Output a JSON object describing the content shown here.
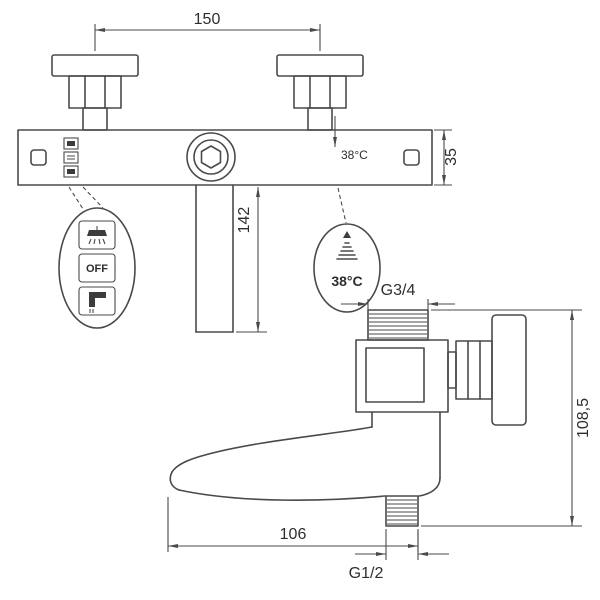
{
  "page": {
    "background": "#ffffff",
    "line_color": "#4a4a4a",
    "text_color": "#2e2e2e"
  },
  "front_view": {
    "dim_mount_spacing": "150",
    "dim_body_height": "35",
    "dim_spout_length": "142",
    "temp_marker_label": "38°C",
    "controls_callout": {
      "shower_icon": "shower-icon",
      "off_label": "OFF",
      "tap_icon": "tap-icon"
    },
    "temp_callout": {
      "arrow_icon": "temp-increase-arrow-icon",
      "label": "38°C"
    }
  },
  "side_view": {
    "thread_top_label": "G3/4",
    "dim_spout_reach": "106",
    "dim_total_height": "108,5",
    "thread_bottom_label": "G1/2"
  }
}
